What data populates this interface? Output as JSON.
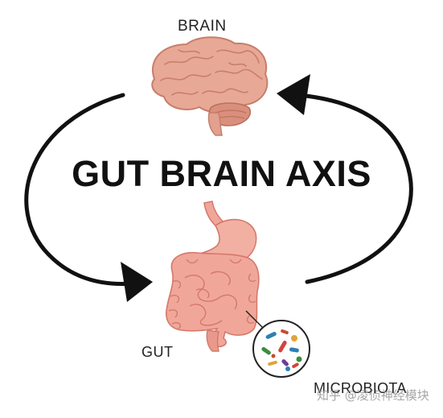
{
  "diagram": {
    "title": "GUT BRAIN AXIS",
    "brain_label": "BRAIN",
    "gut_label": "GUT",
    "microbiota_label": "MICROBIOTA",
    "watermark": "知乎 @凌侦神经模块",
    "colors": {
      "brain": "#e8a896",
      "gut": "#f0a79a",
      "arrow": "#111111"
    },
    "icons": {
      "brain": "brain-illustration",
      "gut": "digestive-tract-illustration",
      "microbiota": "bacteria-magnifier"
    }
  }
}
